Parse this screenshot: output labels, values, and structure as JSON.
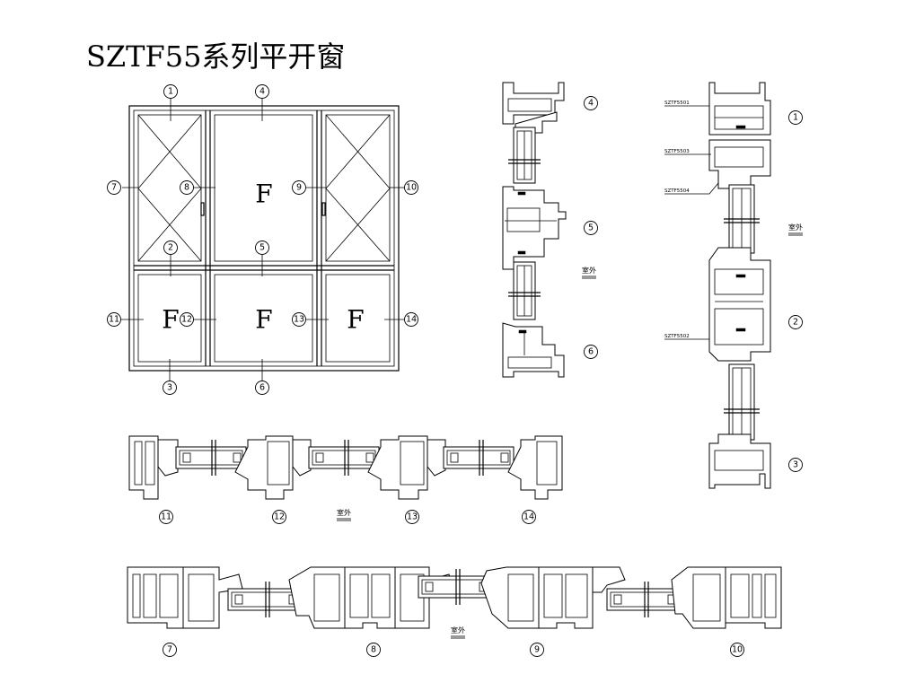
{
  "title": "SZTF55系列平开窗",
  "fixed_label": "F",
  "outdoor_label": "室外",
  "callouts": {
    "c1": "1",
    "c2": "2",
    "c3": "3",
    "c4": "4",
    "c5": "5",
    "c6": "6",
    "c7": "7",
    "c8": "8",
    "c9": "9",
    "c10": "10",
    "c11": "11",
    "c12": "12",
    "c13": "13",
    "c14": "14"
  },
  "part_codes": {
    "p1": "SZTF5501",
    "p2": "SZTF5503",
    "p3": "SZTF5504",
    "p4": "SZTF5502"
  }
}
